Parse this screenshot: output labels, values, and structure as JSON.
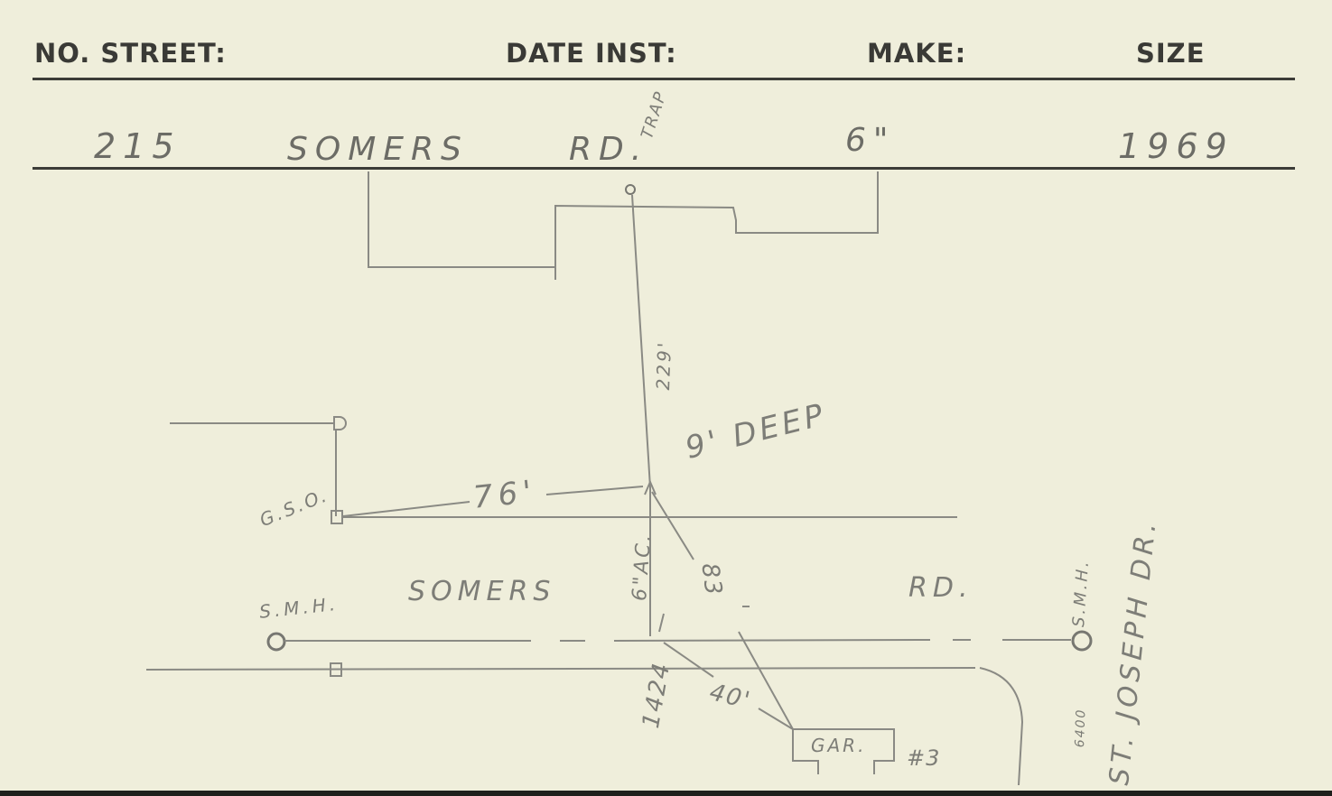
{
  "header": {
    "no_street": "NO. STREET:",
    "date_inst": "DATE INST:",
    "make": "MAKE:",
    "size": "SIZE"
  },
  "entry": {
    "number": "215",
    "street": "SOMERS",
    "road": "RD.",
    "size": "6\"",
    "year": "1969"
  },
  "sketch": {
    "trap": "TRAP",
    "dist_229": "229'",
    "depth": "9' DEEP",
    "dist_76": "76'",
    "gso": "G.S.O.",
    "pipe_6ac": "6\"AC.",
    "dist_83": "83",
    "smh_left": "S.M.H.",
    "somers": "SOMERS",
    "rd": "RD.",
    "smh_right": "S.M.H.",
    "num_1424": "1424",
    "dist_40": "40'",
    "gar": "GAR.",
    "num_3": "#3",
    "st_joseph": "ST. JOSEPH DR.",
    "num_6400": "6400"
  }
}
